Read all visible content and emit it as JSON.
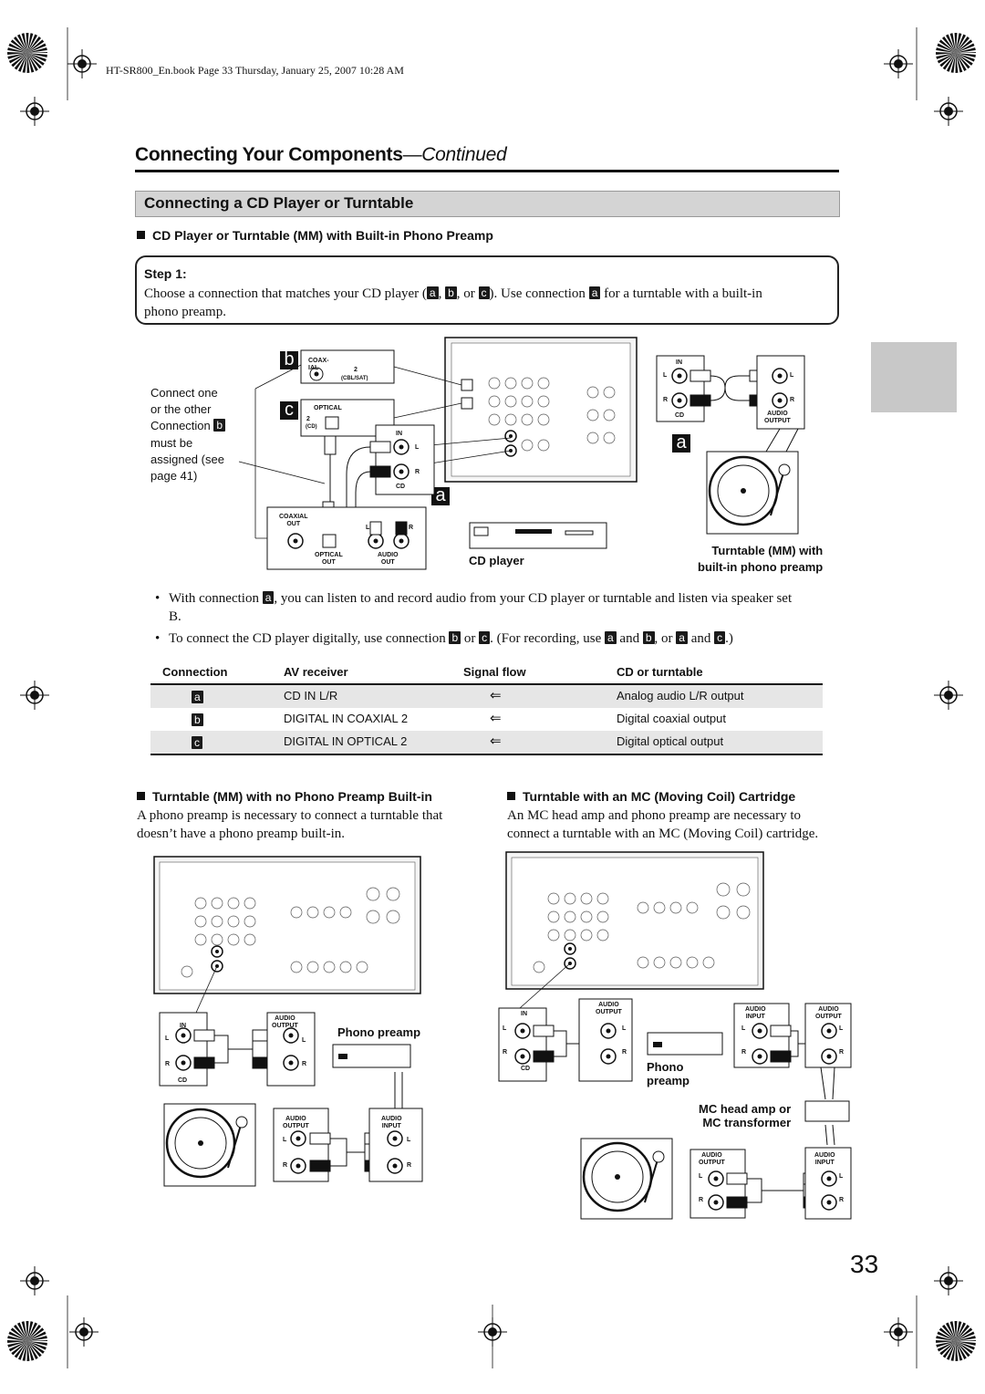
{
  "header": {
    "book_info": "HT-SR800_En.book  Page 33  Thursday, January 25, 2007  10:28 AM",
    "chapter_title": "Connecting Your Components",
    "chapter_continued": "—Continued"
  },
  "section": {
    "title": "Connecting a CD Player or Turntable"
  },
  "sub1": {
    "title": "CD Player or Turntable (MM) with Built-in Phono Preamp",
    "step_label": "Step 1:",
    "step_text_1": "Choose a connection that matches your CD player (",
    "step_text_2": ", ",
    "step_text_3": ", or ",
    "step_text_4": "). Use connection ",
    "step_text_5": " for a turntable with a built-in",
    "step_text_6": "phono preamp."
  },
  "tags": {
    "a": "a",
    "b": "b",
    "c": "c"
  },
  "diagram1": {
    "connect_note": [
      "Connect one",
      "or the other",
      "Connection",
      "must be",
      "assigned (see",
      "page 41)"
    ],
    "coax_label": "COAX-\nIAL",
    "cbl_sat": "(CBL/SAT)",
    "num2": "2",
    "optical": "OPTICAL",
    "cd_small": "(CD)",
    "in": "IN",
    "cd": "CD",
    "l": "L",
    "r": "R",
    "coaxial_out": "COAXIAL\nOUT",
    "optical_out": "OPTICAL\nOUT",
    "audio_out": "AUDIO\nOUT",
    "audio_output": "AUDIO\nOUTPUT",
    "cd_player": "CD player",
    "turntable_label_1": "Turntable (MM) with",
    "turntable_label_2": "built-in phono preamp"
  },
  "bullets": {
    "b1_a": "With connection ",
    "b1_b": ", you can listen to and record audio from your CD player or turntable and listen via speaker set",
    "b1_c": "B.",
    "b2_a": "To connect the CD player digitally, use connection ",
    "b2_b": " or ",
    "b2_c": ". (For recording, use ",
    "b2_d": " and ",
    "b2_e": ", or ",
    "b2_f": " and ",
    "b2_g": ".)"
  },
  "table": {
    "headers": [
      "Connection",
      "AV receiver",
      "Signal flow",
      "CD or turntable"
    ],
    "rows": [
      {
        "conn": "a",
        "receiver": "CD IN L/R",
        "flow": "⇐",
        "device": "Analog audio L/R output"
      },
      {
        "conn": "b",
        "receiver": "DIGITAL IN COAXIAL 2",
        "flow": "⇐",
        "device": "Digital coaxial output"
      },
      {
        "conn": "c",
        "receiver": "DIGITAL IN OPTICAL 2",
        "flow": "⇐",
        "device": "Digital optical output"
      }
    ]
  },
  "sub2": {
    "title": "Turntable (MM) with no Phono Preamp Built-in",
    "text_1": "A phono preamp is necessary to connect a turntable that",
    "text_2": "doesn’t have a phono preamp built-in.",
    "phono_preamp": "Phono preamp",
    "audio_input": "AUDIO\nINPUT"
  },
  "sub3": {
    "title": "Turntable with an MC (Moving Coil) Cartridge",
    "text_1": "An MC head amp and phono preamp are necessary to",
    "text_2": "connect a turntable with an MC (Moving Coil) cartridge.",
    "phono": "Phono",
    "preamp": "preamp",
    "mc_1": "MC head amp or",
    "mc_2": "MC transformer"
  },
  "page_number": "33",
  "colors": {
    "section_bar": "#d4d4d4",
    "side_tab": "#c8c8c8",
    "table_shade": "#e6e6e6"
  }
}
